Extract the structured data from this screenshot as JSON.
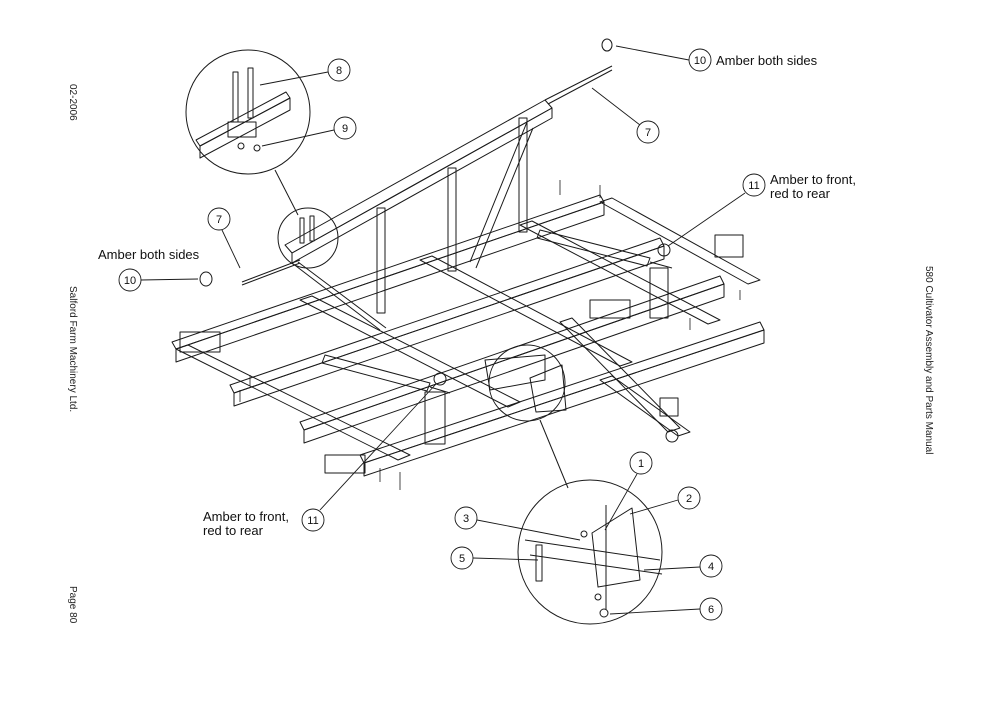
{
  "margin_left": {
    "date": "02-2006",
    "company": "Salford Farm Machinery Ltd.",
    "page": "Page 80"
  },
  "margin_right": {
    "manual_title": "580 Cultivator Assembly and Parts Manual"
  },
  "callouts": {
    "c1": "1",
    "c2": "2",
    "c3": "3",
    "c4": "4",
    "c5": "5",
    "c6": "6",
    "c7a": "7",
    "c7b": "7",
    "c8": "8",
    "c9": "9",
    "c10a": "10",
    "c10b": "10",
    "c11a": "11",
    "c11b": "11"
  },
  "notes": {
    "amber_both_sides_top": "Amber both sides",
    "amber_both_sides_left": "Amber both sides",
    "amber_front_red_rear_right_1": "Amber to front,",
    "amber_front_red_rear_right_2": "red to rear",
    "amber_front_red_rear_bottom_1": "Amber to front,",
    "amber_front_red_rear_bottom_2": "red to rear"
  },
  "colors": {
    "line": "#1a1a1a",
    "paper": "#ffffff"
  }
}
